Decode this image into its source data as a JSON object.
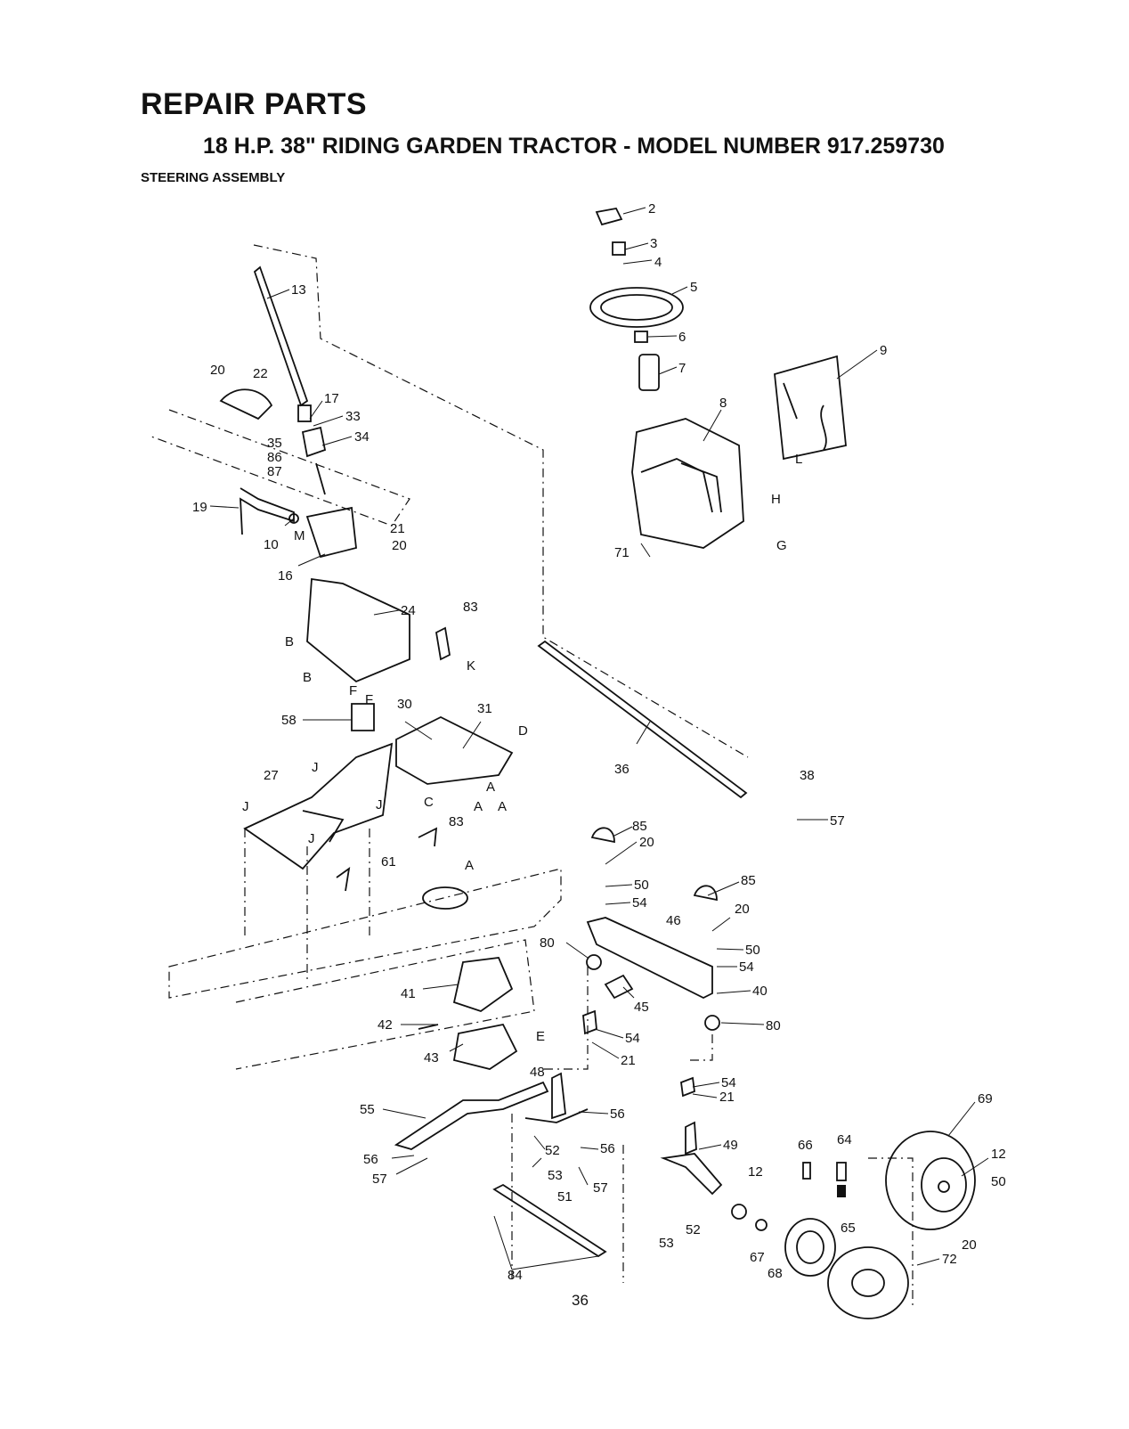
{
  "header": {
    "title": "REPAIR PARTS",
    "subtitle": "18 H.P. 38\" RIDING GARDEN TRACTOR - MODEL NUMBER 917.259730",
    "section": "STEERING ASSEMBLY"
  },
  "page_number": "36",
  "callouts": [
    "2",
    "3",
    "4",
    "5",
    "6",
    "7",
    "8",
    "9",
    "13",
    "17",
    "33",
    "34",
    "35",
    "86",
    "87",
    "20",
    "22",
    "19",
    "10",
    "16",
    "21",
    "24",
    "83",
    "58",
    "30",
    "31",
    "27",
    "61",
    "36",
    "38",
    "57",
    "85",
    "50",
    "54",
    "46",
    "40",
    "80",
    "45",
    "41",
    "42",
    "43",
    "48",
    "55",
    "56",
    "52",
    "53",
    "51",
    "84",
    "49",
    "66",
    "64",
    "12",
    "65",
    "69",
    "72",
    "67",
    "68",
    "71"
  ],
  "reference_letters": [
    "M",
    "B",
    "F",
    "J",
    "C",
    "D",
    "A",
    "K",
    "H",
    "G",
    "L",
    "E"
  ]
}
